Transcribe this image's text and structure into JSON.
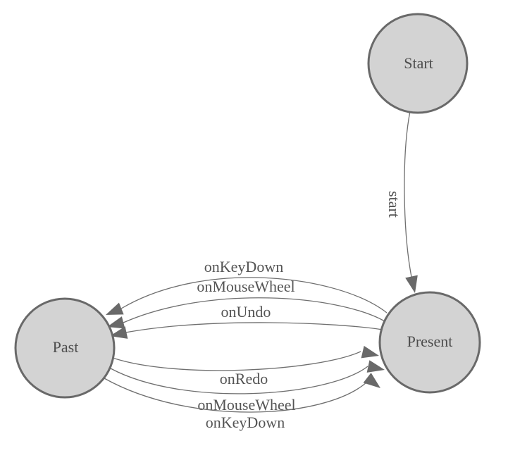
{
  "diagram": {
    "type": "finite-state-machine",
    "background": "#ffffff",
    "colors": {
      "node_fill": "#d3d3d3",
      "node_stroke": "#696969",
      "edge_stroke": "#6f6f6f",
      "arrow_fill": "#696969",
      "label_text": "#4f4f4f"
    },
    "icons": {
      "arrowhead": "filled-triangle-arrowhead"
    },
    "nodes": {
      "start": {
        "label": "Start"
      },
      "present": {
        "label": "Present"
      },
      "past": {
        "label": "Past"
      }
    },
    "edges": {
      "start_to_present": {
        "label": "start"
      },
      "present_to_past": [
        {
          "label": "onKeyDown"
        },
        {
          "label": "onMouseWheel"
        },
        {
          "label": "onUndo"
        }
      ],
      "past_to_present": [
        {
          "label": "onRedo"
        },
        {
          "label": "onMouseWheel"
        },
        {
          "label": "onKeyDown"
        }
      ]
    }
  }
}
